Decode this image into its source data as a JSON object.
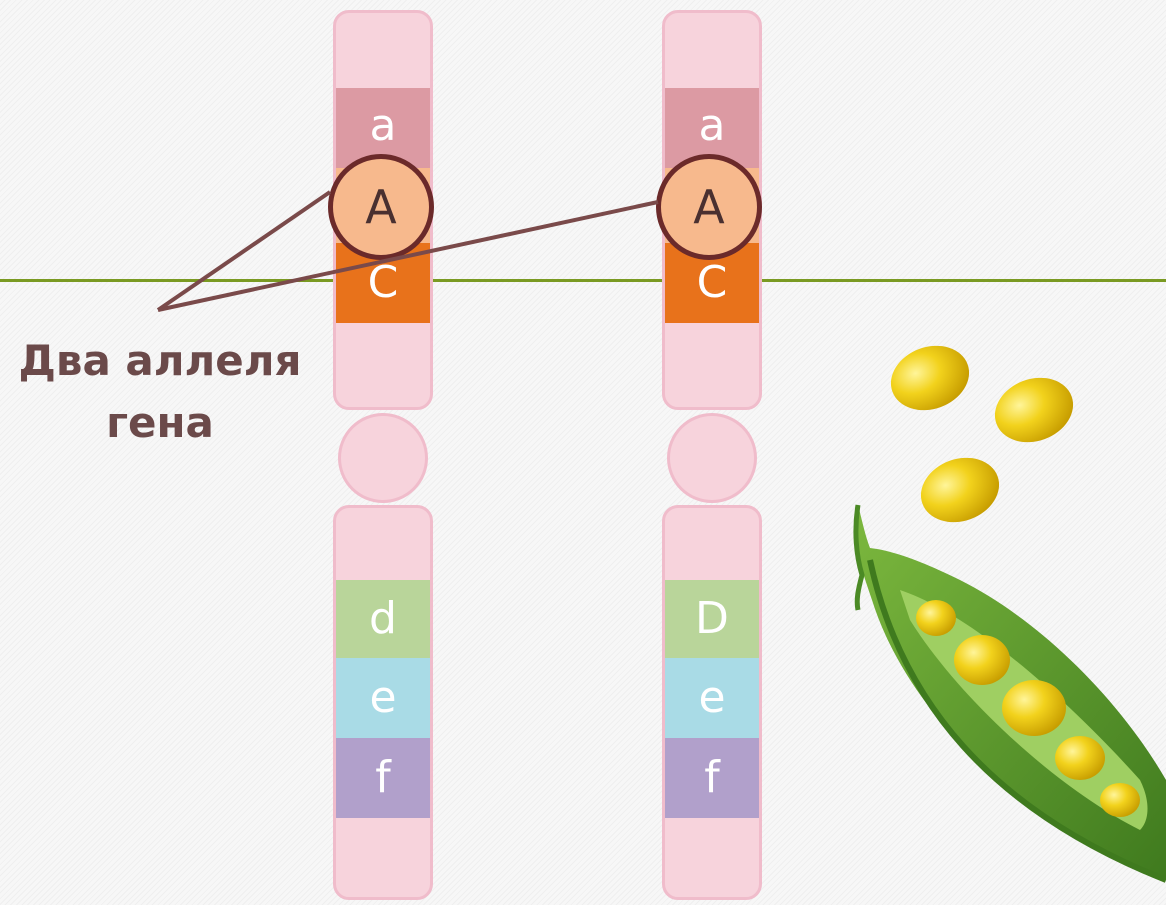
{
  "caption": {
    "line1": "Два аллеля",
    "line2": "гена"
  },
  "chromosomes": [
    {
      "upper_bands": [
        {
          "label": "a",
          "color": "#dc9aa3"
        },
        {
          "label": "A",
          "color": "#f7b98d"
        },
        {
          "label": "C",
          "color": "#e8721b"
        }
      ],
      "lower_bands": [
        {
          "label": "d",
          "color": "#b9d59a"
        },
        {
          "label": "e",
          "color": "#a9dbe6"
        },
        {
          "label": "f",
          "color": "#b1a0cb"
        }
      ],
      "allele": "A"
    },
    {
      "upper_bands": [
        {
          "label": "a",
          "color": "#dc9aa3"
        },
        {
          "label": "A",
          "color": "#f7b98d"
        },
        {
          "label": "C",
          "color": "#e8721b"
        }
      ],
      "lower_bands": [
        {
          "label": "D",
          "color": "#b9d59a"
        },
        {
          "label": "e",
          "color": "#a9dbe6"
        },
        {
          "label": "f",
          "color": "#b1a0cb"
        }
      ],
      "allele": "A"
    }
  ],
  "colors": {
    "chromosome_fill": "#f7d3dc",
    "chromosome_outline": "#f0bccb",
    "pointer_line": "#7a4a4a",
    "accent_line": "#7a9a22",
    "pea": "#f2d21c",
    "pod": "#5e9a2c"
  }
}
